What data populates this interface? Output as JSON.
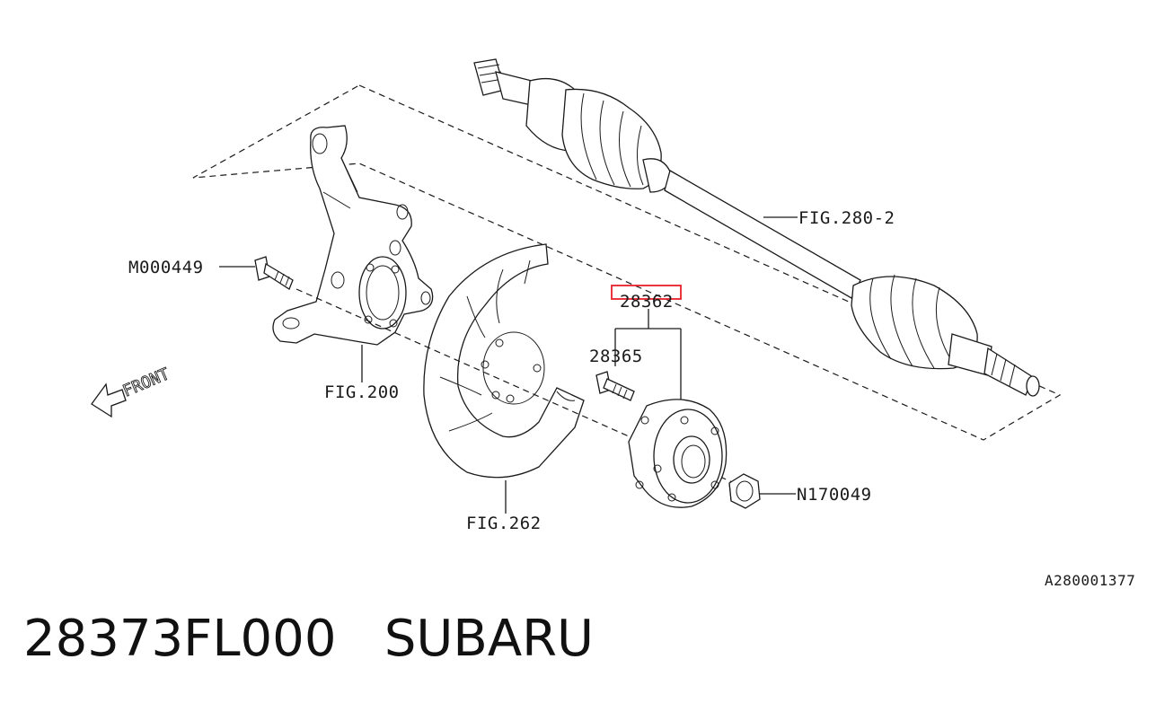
{
  "labels": {
    "axle_ref": "FIG.280-2",
    "bolt_ref": "M000449",
    "knuckle_ref": "FIG.200",
    "shield_ref": "FIG.262",
    "hub_part": "28362",
    "stud_part": "28365",
    "nut_ref": "N170049",
    "front": "FRONT",
    "drawing_id": "A280001377"
  },
  "caption": {
    "part_number": "28373FL000",
    "brand": "SUBARU"
  },
  "highlight_color": "#e8202a"
}
